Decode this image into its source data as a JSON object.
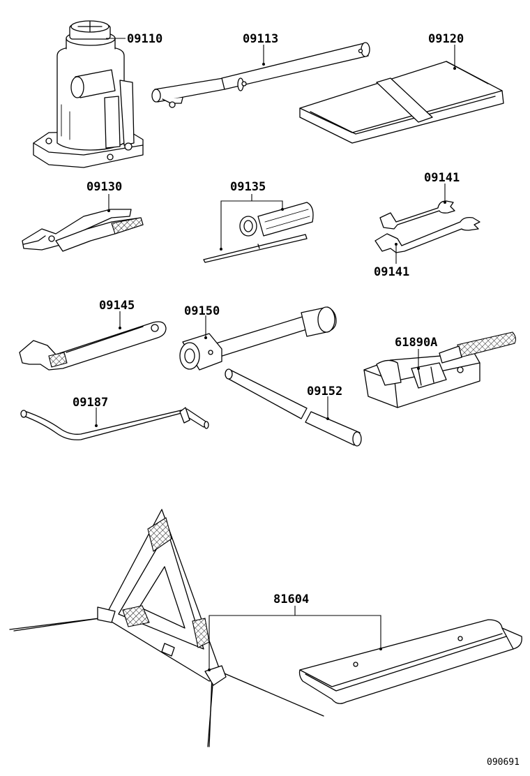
{
  "parts": [
    {
      "id": "jack",
      "label": "09110"
    },
    {
      "id": "jack-handle",
      "label": "09113"
    },
    {
      "id": "tool-bag",
      "label": "09120"
    },
    {
      "id": "pliers",
      "label": "09130"
    },
    {
      "id": "screwdriver",
      "label": "09135"
    },
    {
      "id": "wrench-top",
      "label": "09141"
    },
    {
      "id": "wrench-bottom",
      "label": "09141"
    },
    {
      "id": "adjustable-wrench",
      "label": "09145"
    },
    {
      "id": "wheel-nut-wrench",
      "label": "09150"
    },
    {
      "id": "bar",
      "label": "09152"
    },
    {
      "id": "jack-handle-extension",
      "label": "09187"
    },
    {
      "id": "warning-triangle-holder",
      "label": "61890A"
    },
    {
      "id": "warning-triangle",
      "label": "81604"
    }
  ],
  "diagram_code": "090691"
}
